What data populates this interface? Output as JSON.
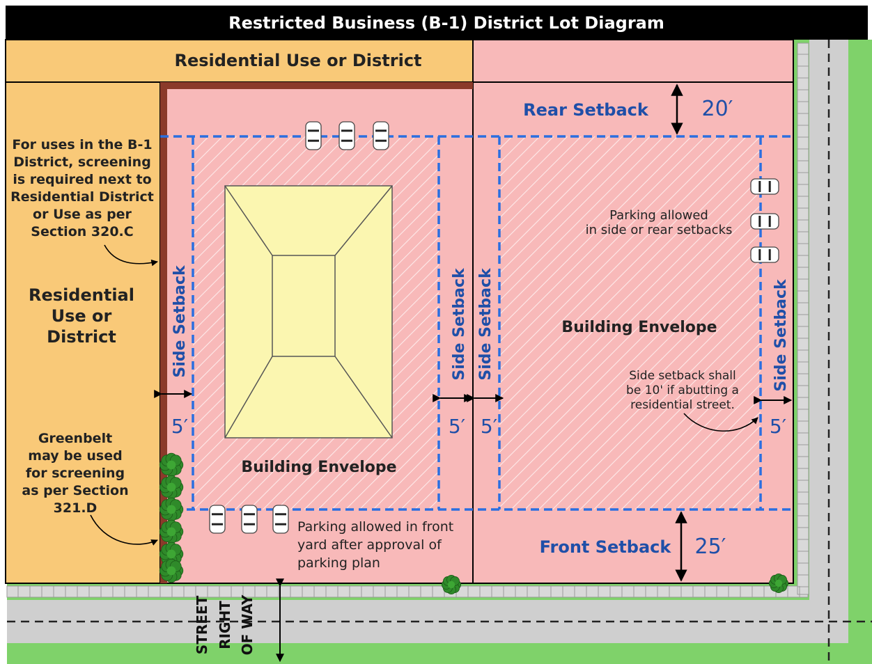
{
  "title": "Restricted Business (B-1) District Lot Diagram",
  "labels": {
    "residential_top": "Residential Use or District",
    "residential_left": [
      "Residential",
      "Use or",
      "District"
    ],
    "screening_note": [
      "For uses in the B-1",
      "District, screening",
      "is required next to",
      "Residential District",
      "or Use as per",
      "Section 320.C"
    ],
    "greenbelt_note": [
      "Greenbelt",
      "may be used",
      "for screening",
      "as per Section",
      "321.D"
    ],
    "building_envelope": "Building Envelope",
    "side_setback": "Side Setback",
    "rear_setback": "Rear Setback",
    "front_setback": "Front Setback",
    "rear_setback_value": "20′",
    "front_setback_value": "25′",
    "side_setback_value": "5′",
    "parking_side_rear": [
      "Parking allowed",
      "in side or rear setbacks"
    ],
    "parking_front": [
      "Parking allowed in front",
      "yard after approval of",
      "parking plan"
    ],
    "corner_note": [
      "Side setback shall",
      "be 10' if abutting a",
      "residential street."
    ],
    "street_row": [
      "STREET",
      "RIGHT",
      "OF WAY"
    ]
  },
  "colors": {
    "title_bar": "#000000",
    "residential": "#f9c978",
    "lot": "#f8b9b9",
    "setback_line": "#2a6fe0",
    "setback_text": "#1f4fa8",
    "grass": "#7fd26a",
    "road": "#cfcfcf",
    "building": "#fbf6b0",
    "brick": "#8b3a2a",
    "shrub": "#2f8a2a"
  }
}
